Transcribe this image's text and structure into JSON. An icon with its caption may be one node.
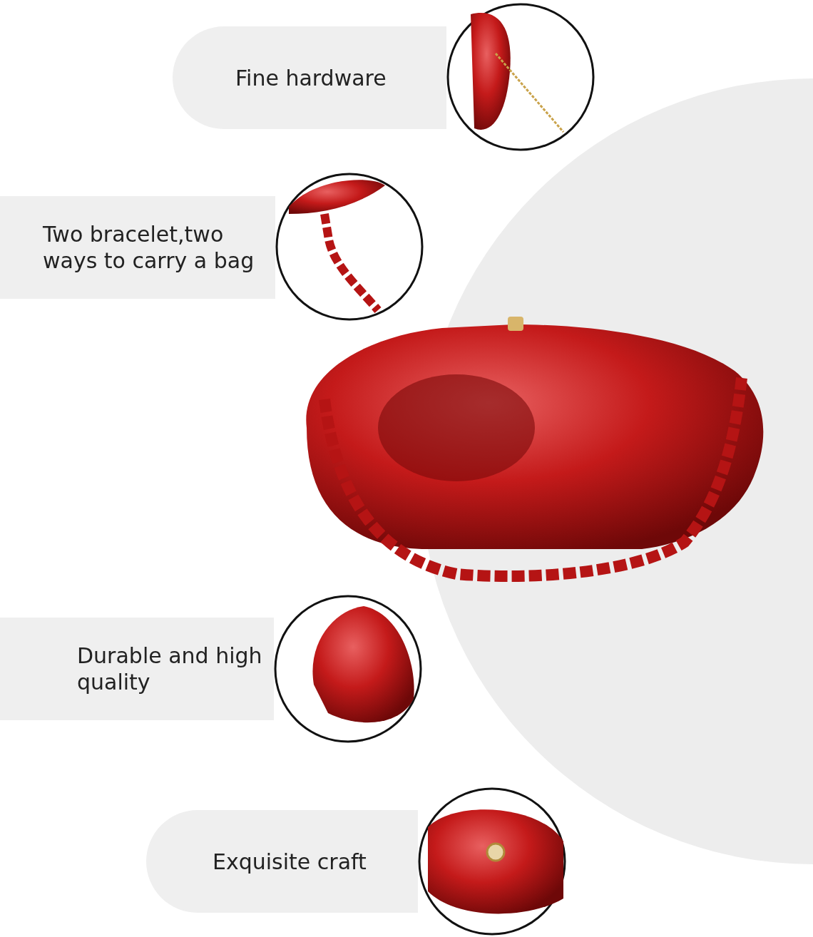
{
  "diagram": {
    "nodes": [
      {
        "text": [
          "Fine hardware"
        ]
      },
      {
        "text": [
          "Two bracelet,two ways to carry a bag"
        ]
      },
      {
        "text": [
          "Durable and high quality"
        ]
      },
      {
        "text": [
          "Exquisite craft"
        ]
      }
    ]
  }
}
